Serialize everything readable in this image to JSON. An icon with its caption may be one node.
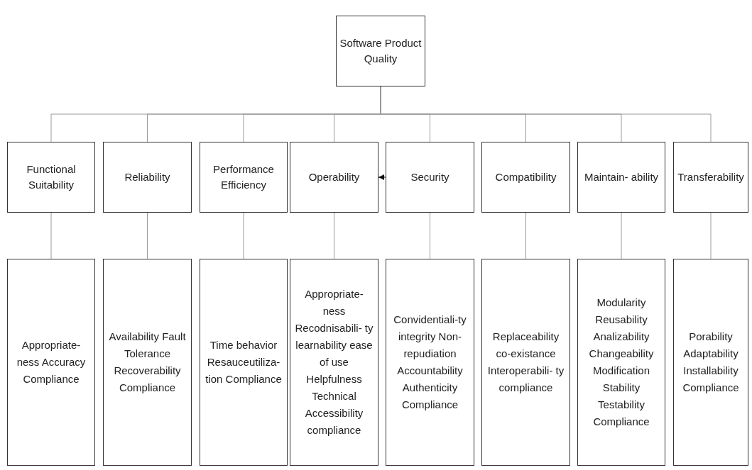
{
  "diagram": {
    "nodes": [
      {
        "text": [
          "Software Product Quality"
        ]
      },
      {
        "text": [
          "Functional Suitability"
        ]
      },
      {
        "text": [
          "Reliability"
        ]
      },
      {
        "text": [
          "Performance Efficiency"
        ]
      },
      {
        "text": [
          "Operability"
        ]
      },
      {
        "text": [
          "Security"
        ]
      },
      {
        "text": [
          "Compatibility"
        ]
      },
      {
        "text": [
          "Maintain- ability"
        ]
      },
      {
        "text": [
          "Transferability"
        ]
      },
      {
        "text": [
          "Appropriate- ness Accuracy Compliance"
        ]
      },
      {
        "text": [
          "Availability Fault Tolerance Recoverability Compliance"
        ]
      },
      {
        "text": [
          "Time behavior Resauceutiliza- tion Compliance"
        ]
      },
      {
        "text": [
          "Appropriate- ness Recodnisabili- ty learnability ease of use Helpfulness Technical Accessibility compliance"
        ]
      },
      {
        "text": [
          "Convidentiali-ty integrity Non- repudiation Accountability Authenticity Compliance"
        ]
      },
      {
        "text": [
          "Replaceability co-existance Interoperabili- ty compliance"
        ]
      },
      {
        "text": [
          "Modularity Reusability Analizability Changeability Modification Stability Testability Compliance"
        ]
      },
      {
        "text": [
          "Porability Adaptability Installability Compliance"
        ]
      }
    ],
    "edges": [
      {
        "from": 0,
        "to": 1,
        "arrow": "none"
      },
      {
        "from": 0,
        "to": 2,
        "arrow": "none"
      },
      {
        "from": 0,
        "to": 3,
        "arrow": "none"
      },
      {
        "from": 0,
        "to": 4,
        "arrow": "none"
      },
      {
        "from": 0,
        "to": 5,
        "arrow": "none"
      },
      {
        "from": 0,
        "to": 6,
        "arrow": "none"
      },
      {
        "from": 0,
        "to": 7,
        "arrow": "none"
      },
      {
        "from": 0,
        "to": 8,
        "arrow": "none"
      },
      {
        "from": 1,
        "to": 9,
        "arrow": "none"
      },
      {
        "from": 2,
        "to": 10,
        "arrow": "none"
      },
      {
        "from": 3,
        "to": 11,
        "arrow": "none"
      },
      {
        "from": 4,
        "to": 12,
        "arrow": "none"
      },
      {
        "from": 5,
        "to": 13,
        "arrow": "none"
      },
      {
        "from": 6,
        "to": 14,
        "arrow": "none"
      },
      {
        "from": 7,
        "to": 15,
        "arrow": "none"
      },
      {
        "from": 8,
        "to": 16,
        "arrow": "none"
      },
      {
        "from": 5,
        "to": 4,
        "arrow": "to",
        "color": "#111111"
      }
    ]
  }
}
